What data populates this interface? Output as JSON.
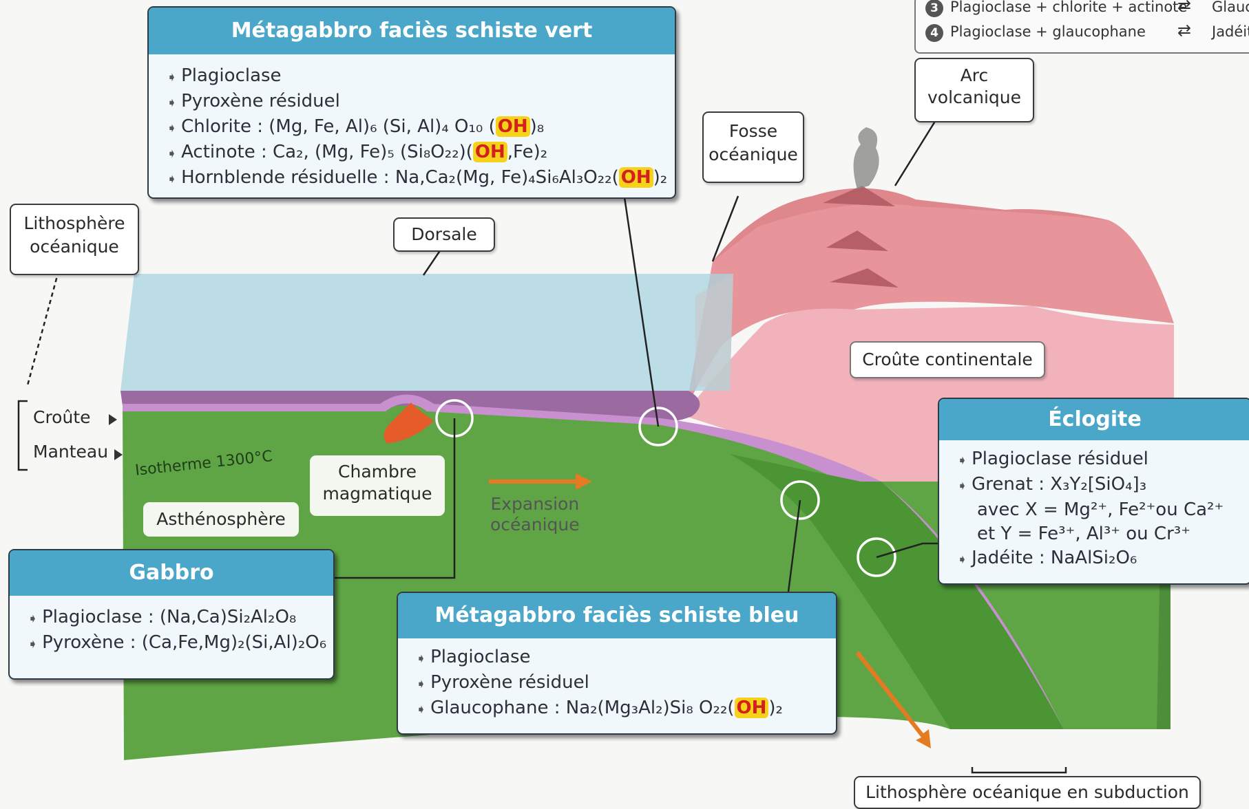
{
  "legend": {
    "row3_num": "3",
    "row3_text": "Plagioclase + chlorite + actinote",
    "row3_arrow": "⇄",
    "row3_end": "Glauc",
    "row4_num": "4",
    "row4_text": "Plagioclase + glaucophane",
    "row4_arrow": "⇄",
    "row4_end": "Jadéit"
  },
  "boxes": {
    "schiste_vert": {
      "title": "Métagabbro faciès schiste vert",
      "l1": "Plagioclase",
      "l2": "Pyroxène résiduel",
      "l3a": "Chlorite : (Mg, Fe, Al)₆ (Si, Al)₄ O₁₀ (",
      "l3oh": "OH",
      "l3b": ")₈",
      "l4a": "Actinote : Ca₂, (Mg, Fe)₅ (Si₈O₂₂)(",
      "l4oh": "OH",
      "l4b": ",Fe)₂",
      "l5a": "Hornblende résiduelle : Na,Ca₂(Mg, Fe)₄Si₆Al₃O₂₂(",
      "l5oh": "OH",
      "l5b": ")₂"
    },
    "gabbro": {
      "title": "Gabbro",
      "l1": "Plagioclase : (Na,Ca)Si₂Al₂O₈",
      "l2": "Pyroxène : (Ca,Fe,Mg)₂(Si,Al)₂O₆"
    },
    "schiste_bleu": {
      "title": "Métagabbro faciès schiste bleu",
      "l1": "Plagioclase",
      "l2": "Pyroxène résiduel",
      "l3a": "Glaucophane : Na₂(Mg₃Al₂)Si₈ O₂₂(",
      "l3oh": "OH",
      "l3b": ")₂"
    },
    "eclogite": {
      "title": "Éclogite",
      "l1": "Plagioclase résiduel",
      "l2": "Grenat : X₃Y₂[SiO₄]₃",
      "l3": "avec X = Mg²⁺, Fe²⁺ou Ca²⁺",
      "l4": "et Y = Fe³⁺, Al³⁺ ou Cr³⁺",
      "l5": "Jadéite : NaAlSi₂O₆"
    }
  },
  "labels": {
    "lithosphere_line1": "Lithosphère",
    "lithosphere_line2": "océanique",
    "dorsale": "Dorsale",
    "fosse_line1": "Fosse",
    "fosse_line2": "océanique",
    "arc_line1": "Arc",
    "arc_line2": "volcanique",
    "croute_continentale": "Croûte continentale",
    "croute": "Croûte",
    "manteau": "Manteau",
    "isotherme": "Isotherme 1300°C",
    "chambre_line1": "Chambre",
    "chambre_line2": "magmatique",
    "asthenosphere": "Asthénosphère",
    "expansion_line1": "Expansion",
    "expansion_line2": "océanique",
    "subduction": "Lithosphère océanique en subduction"
  }
}
